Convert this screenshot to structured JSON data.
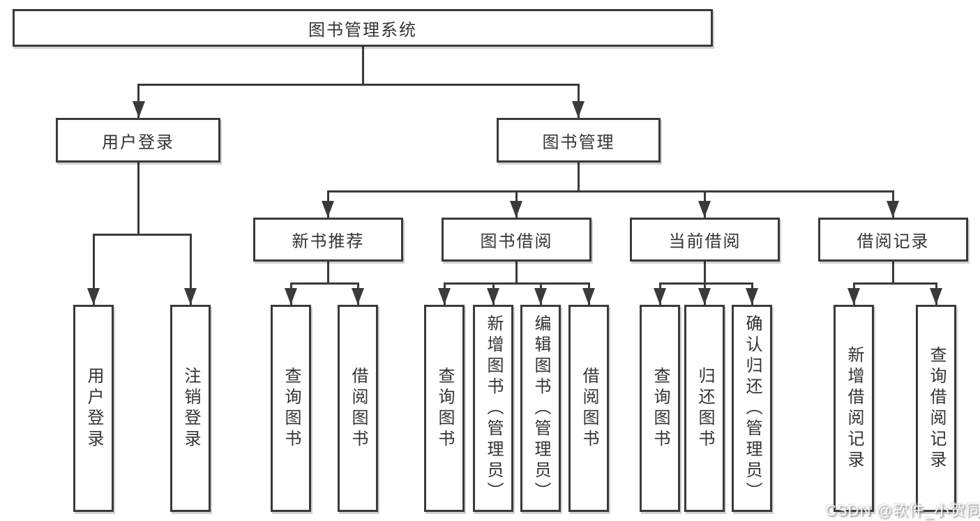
{
  "diagram": {
    "title": "图书管理系统",
    "level2": [
      {
        "id": "user-login",
        "label": "用户登录",
        "leaves": [
          "用户登录",
          "注销登录"
        ]
      },
      {
        "id": "book-management",
        "label": "图书管理",
        "sections": [
          {
            "id": "new-book-recommend",
            "label": "新书推荐",
            "leaves": [
              "查询图书",
              "借阅图书"
            ]
          },
          {
            "id": "book-borrow",
            "label": "图书借阅",
            "leaves": [
              "查询图书",
              "新增图书（管理员）",
              "编辑图书（管理员）",
              "借阅图书"
            ]
          },
          {
            "id": "current-borrow",
            "label": "当前借阅",
            "leaves": [
              "查询图书",
              "归还图书",
              "确认归还（管理员）"
            ]
          },
          {
            "id": "borrow-records",
            "label": "借阅记录",
            "leaves": [
              "新增借阅记录",
              "查询借阅记录"
            ]
          }
        ]
      }
    ]
  },
  "watermark": {
    "text": "CSDN @软件_小贺同学"
  },
  "colors": {
    "line": "#3a3a3a",
    "text": "#333333",
    "background": "#ffffff"
  }
}
